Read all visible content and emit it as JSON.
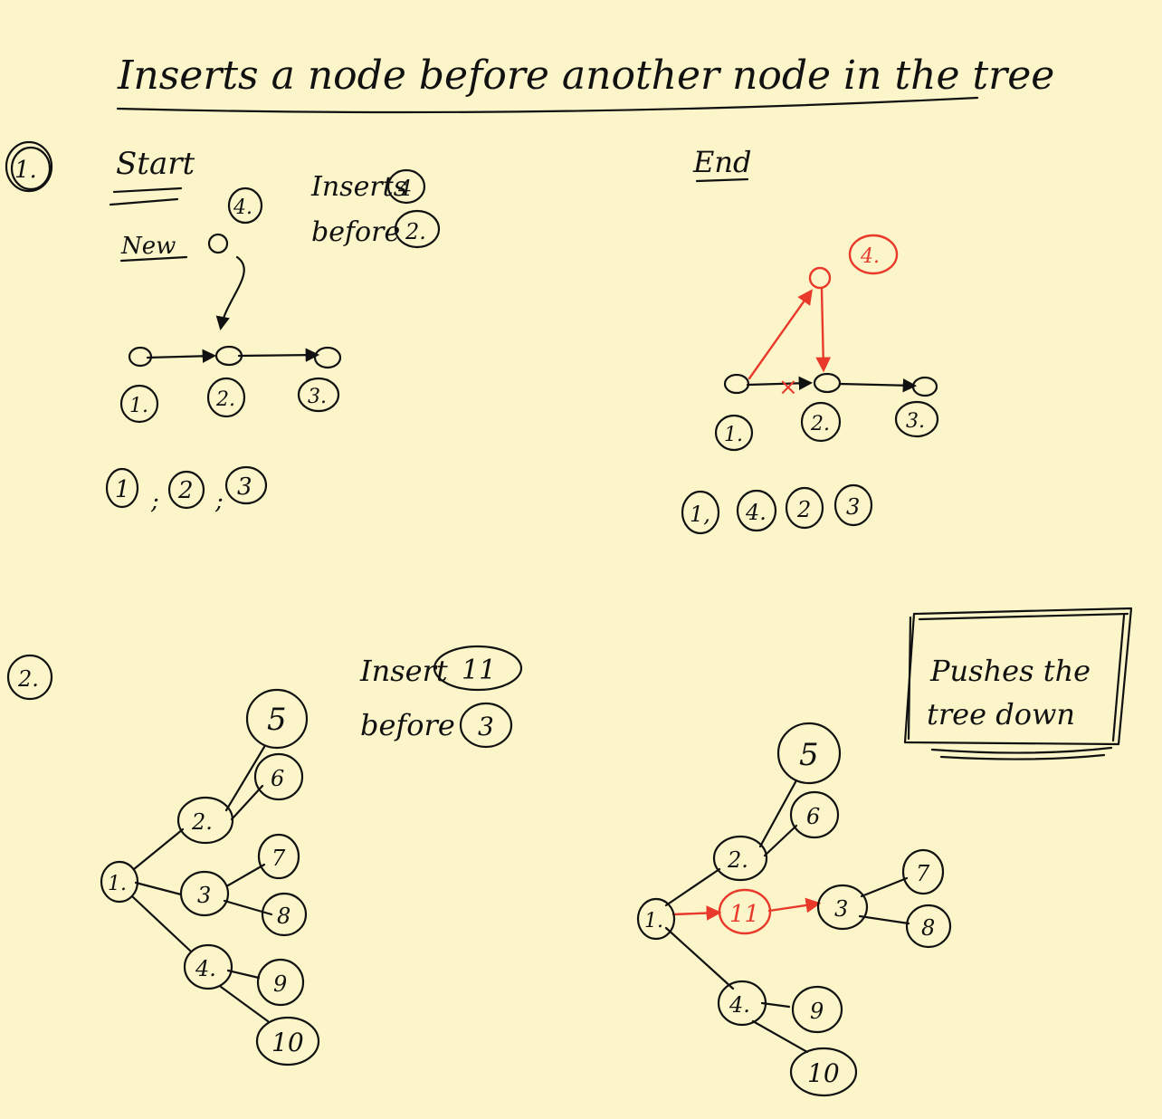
{
  "title": "Inserts a node before another node in the tree",
  "section1": {
    "number": "1.",
    "start": {
      "heading": "Start",
      "new_label": "New",
      "new_node": "4.",
      "instruction_line1": "Inserts",
      "instruction_node1": "4",
      "instruction_line2": "before",
      "instruction_node2": "2.",
      "chain": [
        "1.",
        "2.",
        "3."
      ],
      "order": [
        "1",
        "2",
        "3"
      ],
      "order_separator": ";"
    },
    "end": {
      "heading": "End",
      "new_node": "4.",
      "chain": [
        "1.",
        "2.",
        "3."
      ],
      "order": [
        "1,",
        "4.",
        "2",
        "3"
      ],
      "cut_mark": "×"
    }
  },
  "section2": {
    "number": "2.",
    "instruction_line1": "Insert",
    "instruction_node1": "11",
    "instruction_line2": "before",
    "instruction_node2": "3",
    "before_tree": {
      "nodes": {
        "n1": "1.",
        "n2": "2.",
        "n3": "3",
        "n4": "4.",
        "n5": "5",
        "n6": "6",
        "n7": "7",
        "n8": "8",
        "n9": "9",
        "n10": "10"
      }
    },
    "after_tree": {
      "nodes": {
        "n1": "1.",
        "n2": "2.",
        "n11": "11",
        "n3": "3",
        "n4": "4.",
        "n5": "5",
        "n6": "6",
        "n7": "7",
        "n8": "8",
        "n9": "9",
        "n10": "10"
      }
    },
    "note": {
      "line1": "Pushes the",
      "line2": "tree down"
    }
  },
  "colors": {
    "ink": "#111111",
    "highlight": "#e8392a",
    "paper": "#fbf5c9"
  }
}
